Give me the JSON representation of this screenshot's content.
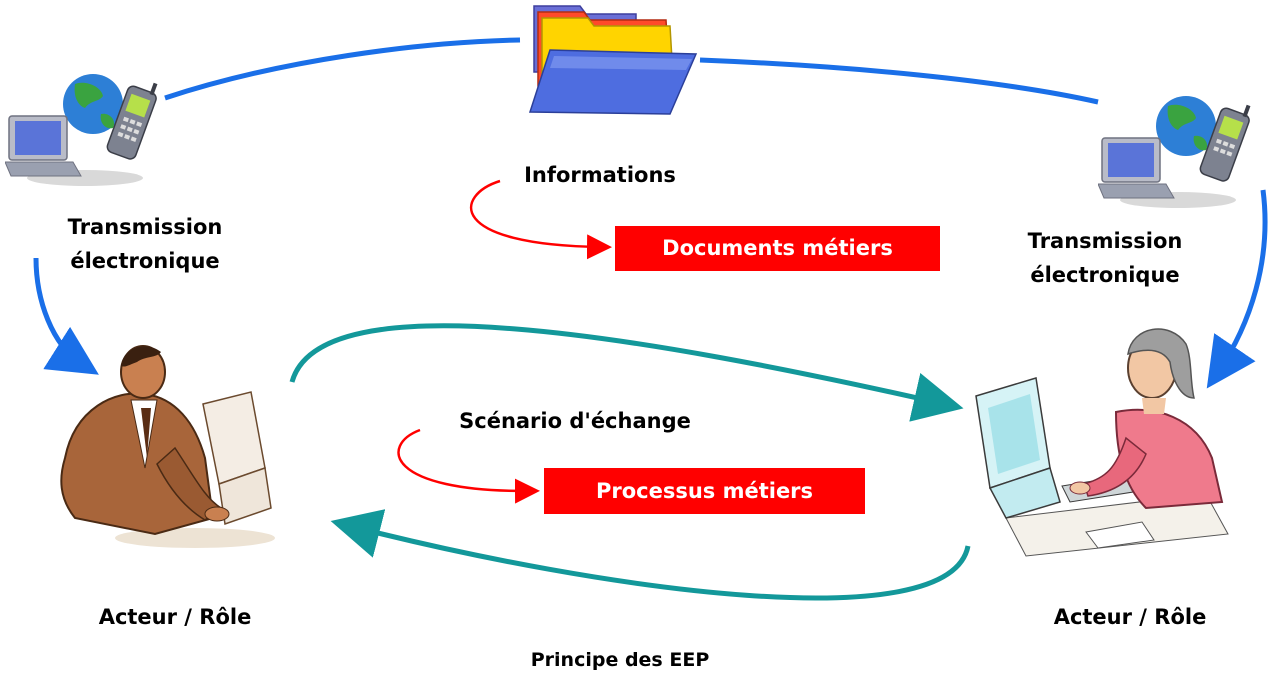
{
  "diagram": {
    "caption": "Principe des EEP",
    "top_center_label": "Informations",
    "top_center_box": "Documents métiers",
    "mid_center_label": "Scénario d'échange",
    "mid_center_box": "Processus métiers",
    "left": {
      "transmission": [
        "Transmission",
        "électronique"
      ],
      "actor": "Acteur / Rôle"
    },
    "right": {
      "transmission": [
        "Transmission",
        "électronique"
      ],
      "actor": "Acteur / Rôle"
    },
    "colors": {
      "blue_arrow": "#1a6fe8",
      "teal_arrow": "#13989a",
      "red": "#ff0000"
    },
    "icons": [
      "folder-icon",
      "globe-laptop-phone-icon",
      "man-at-computer-icon",
      "woman-at-computer-icon"
    ]
  }
}
